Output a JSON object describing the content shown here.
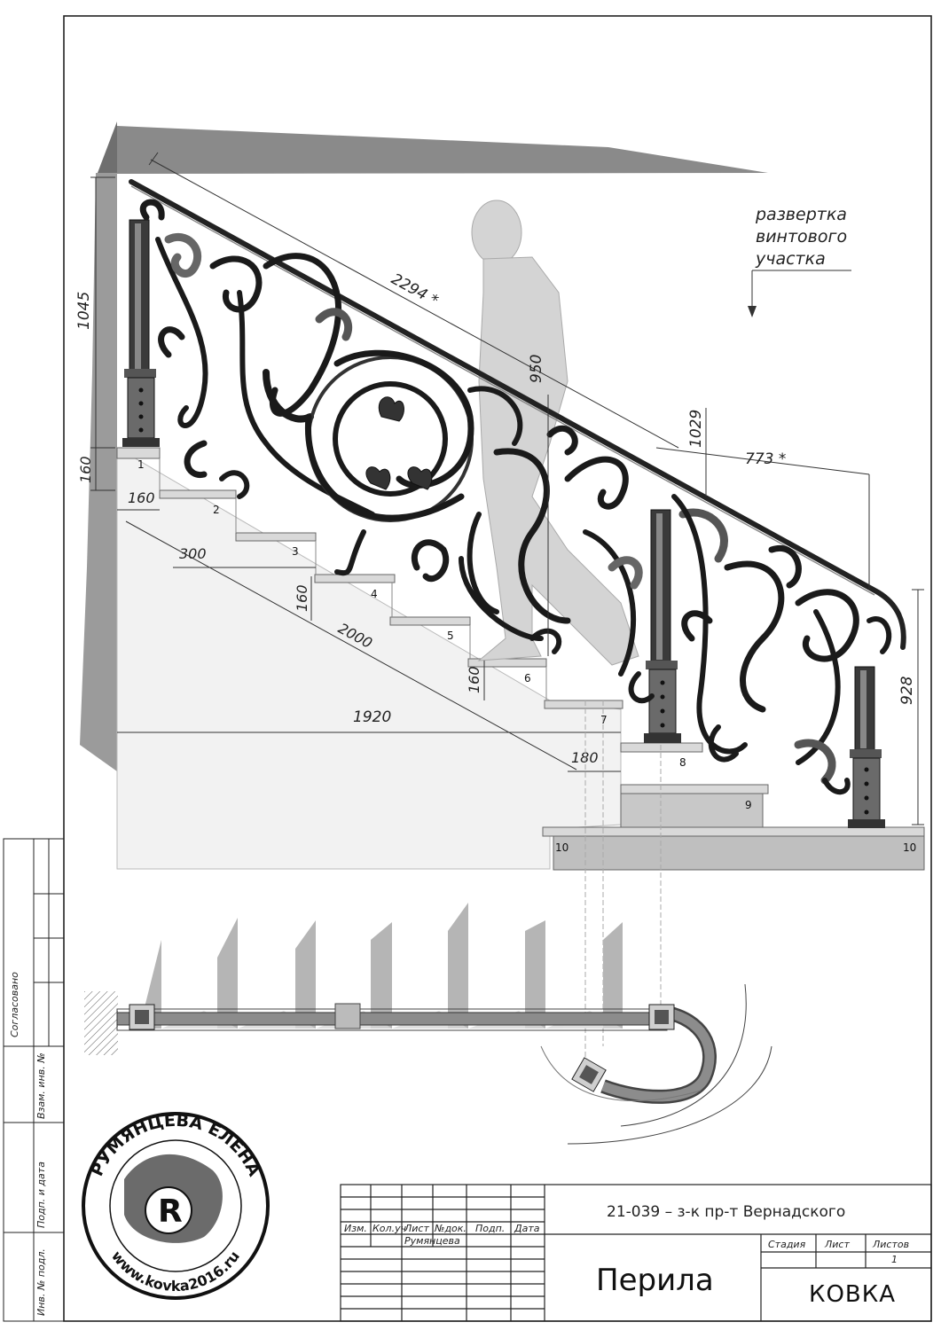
{
  "drawing": {
    "note": [
      "развертка",
      "винтового",
      "участка"
    ],
    "dimensions": {
      "rail_length": "2294 *",
      "post_height_left": "1045",
      "person_height": "950",
      "offset_1029": "1029",
      "curve_length": "773 *",
      "post_height_right": "928",
      "riser_top": "160",
      "tread_first": "160",
      "tread": "300",
      "riser_mid": "160",
      "diag_length": "2000",
      "riser_low": "160",
      "run_length": "1920",
      "last_tread": "180"
    },
    "steps": [
      "1",
      "2",
      "3",
      "4",
      "5",
      "6",
      "7",
      "8",
      "9",
      "10",
      "10"
    ]
  },
  "sidebar": {
    "approved": "Согласовано",
    "inv_vzam": "Взам. инв. №",
    "sign_date": "Подп. и дата",
    "inv_podl": "Инв. № подл."
  },
  "seal": {
    "name": "РУМЯНЦЕВА ЕЛЕНА",
    "site": "www.kovka2016.ru",
    "letter": "R"
  },
  "title_block": {
    "project": "21-039 – з-к пр-т Вернадского",
    "columns": [
      "Изм.",
      "Кол.уч",
      "Лист",
      "№док.",
      "Подп.",
      "Дата"
    ],
    "author": "Румянцева",
    "title": "Перила",
    "stage_label": "Стадия",
    "sheet_label": "Лист",
    "sheets_label": "Листов",
    "sheets_value": "1",
    "type": "КОВКА"
  }
}
